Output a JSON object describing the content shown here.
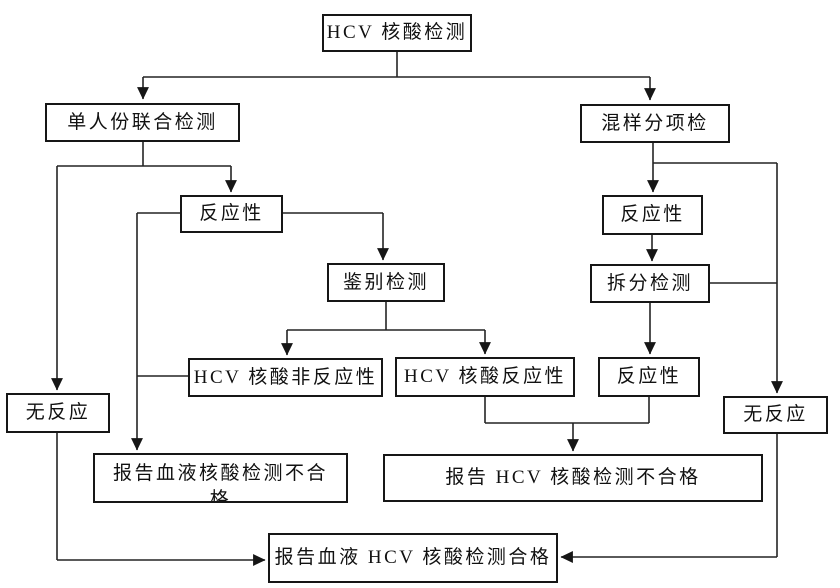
{
  "diagram": {
    "nodes": {
      "root": "HCV 核酸检测",
      "single": "单人份联合检测",
      "pooled": "混样分项检",
      "reactive_left": "反应性",
      "reactive_right": "反应性",
      "discrimination": "鉴别检测",
      "split_test": "拆分检测",
      "hcv_nonreactive": "HCV 核酸非反应性",
      "hcv_reactive": "HCV 核酸反应性",
      "reactive_split": "反应性",
      "no_reaction_left": "无反应",
      "no_reaction_right": "无反应",
      "report_blood_fail": "报告血液核酸检测不合格",
      "report_hcv_fail": "报告 HCV 核酸检测不合格",
      "report_pass": "报告血液 HCV 核酸检测合格"
    },
    "edges": [
      {
        "from": "root",
        "to": "single"
      },
      {
        "from": "root",
        "to": "pooled"
      },
      {
        "from": "single",
        "to": "reactive_left"
      },
      {
        "from": "single",
        "to": "no_reaction_left"
      },
      {
        "from": "reactive_left",
        "to": "discrimination"
      },
      {
        "from": "reactive_left",
        "to": "report_blood_fail"
      },
      {
        "from": "discrimination",
        "to": "hcv_nonreactive"
      },
      {
        "from": "discrimination",
        "to": "hcv_reactive"
      },
      {
        "from": "hcv_nonreactive",
        "to": "report_blood_fail"
      },
      {
        "from": "pooled",
        "to": "reactive_right"
      },
      {
        "from": "pooled",
        "to": "no_reaction_right"
      },
      {
        "from": "reactive_right",
        "to": "split_test"
      },
      {
        "from": "split_test",
        "to": "reactive_split"
      },
      {
        "from": "split_test",
        "to": "no_reaction_right"
      },
      {
        "from": "hcv_reactive",
        "to": "report_hcv_fail"
      },
      {
        "from": "reactive_split",
        "to": "report_hcv_fail"
      },
      {
        "from": "no_reaction_left",
        "to": "report_pass"
      },
      {
        "from": "no_reaction_right",
        "to": "report_pass"
      }
    ],
    "line_color": "#242424",
    "box_border_color": "#161616",
    "background_color": "#ffffff"
  }
}
